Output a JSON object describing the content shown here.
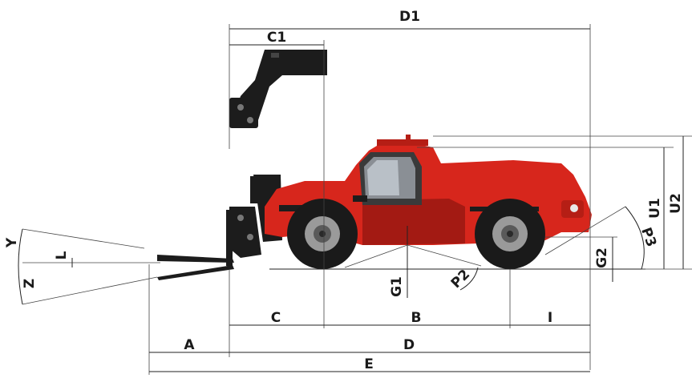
{
  "labels": {
    "D1": "D1",
    "C1": "C1",
    "U1": "U1",
    "U2": "U2",
    "P3": "P3",
    "G2": "G2",
    "P2": "P2",
    "G1": "G1",
    "Y": "Y",
    "L": "L",
    "Z": "Z",
    "A": "A",
    "C": "C",
    "B": "B",
    "I": "I",
    "D": "D",
    "E": "E"
  },
  "colors": {
    "body": "#d7261c",
    "body_dark": "#a31a13",
    "boom": "#1c1c1c",
    "line": "#222222"
  }
}
